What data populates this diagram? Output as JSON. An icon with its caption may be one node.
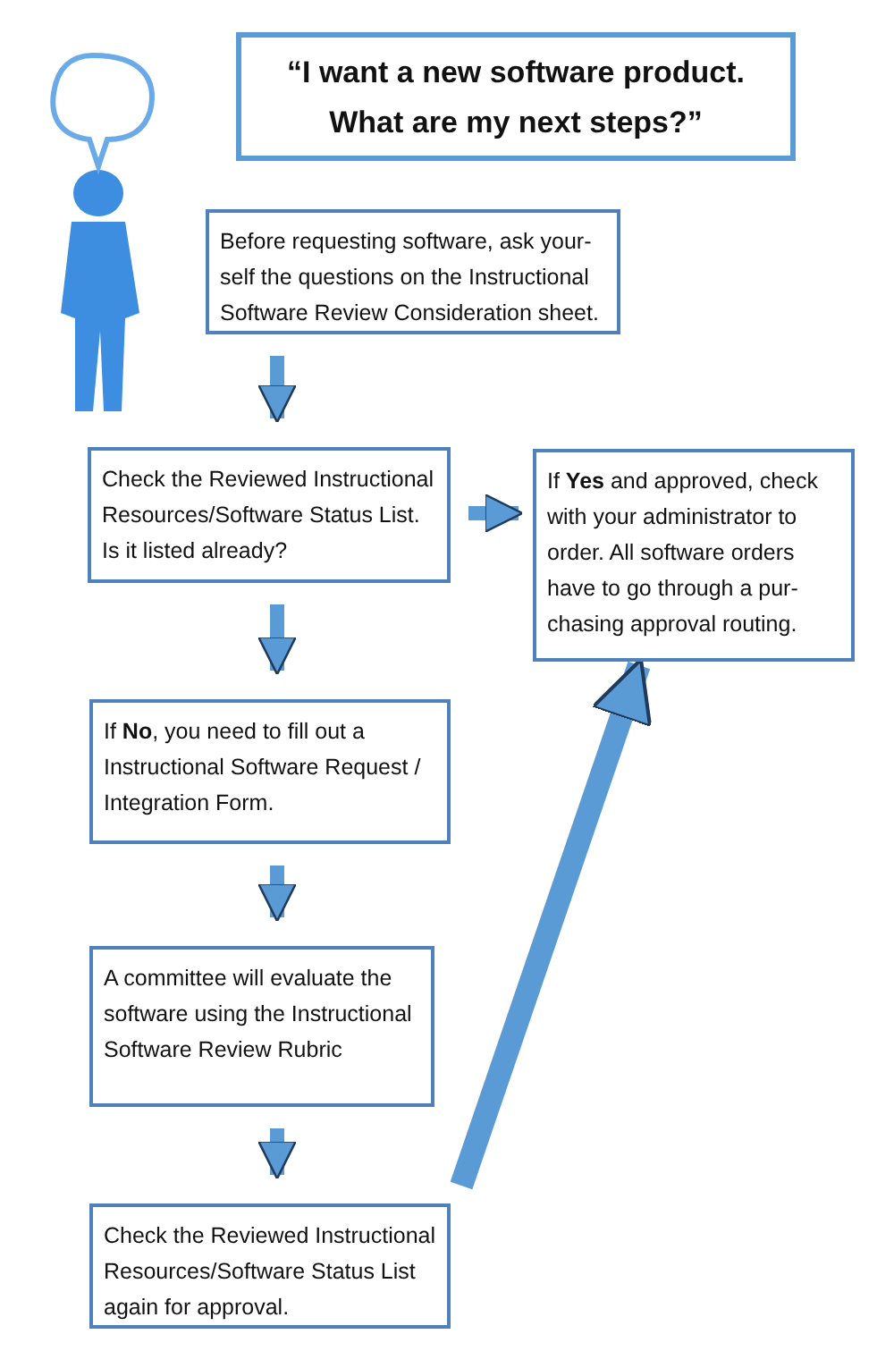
{
  "diagram": {
    "nodes": [
      {
        "text": [
          "“I want a new software product. What are my next steps?”"
        ]
      },
      {
        "text": [
          "Before requesting software, ask your-self the questions on the Instructional Software Review Consideration sheet."
        ]
      },
      {
        "text": [
          "Check the Reviewed Instructional Resources/Software Status List. Is it listed already?"
        ]
      },
      {
        "text": [
          "If **Yes** and approved, check with your administrator to order.   All software orders have to go through a pur-chasing approval routing."
        ]
      },
      {
        "text": [
          "If **No**, you need to fill out a Instructional Software Request / Integration Form."
        ]
      },
      {
        "text": [
          "A committee will evaluate the software using the Instructional Software Review Rubric"
        ]
      },
      {
        "text": [
          "Check the Reviewed Instructional Resources/Software Status List again for approval."
        ]
      }
    ],
    "edges": [
      {
        "from": 1,
        "to": 2,
        "arrow": "to"
      },
      {
        "from": 2,
        "to": 3,
        "arrow": "to"
      },
      {
        "from": 2,
        "to": 4,
        "arrow": "to"
      },
      {
        "from": 4,
        "to": 5,
        "arrow": "to"
      },
      {
        "from": 5,
        "to": 6,
        "arrow": "to"
      },
      {
        "from": 6,
        "to": 3,
        "arrow": "to"
      }
    ]
  }
}
